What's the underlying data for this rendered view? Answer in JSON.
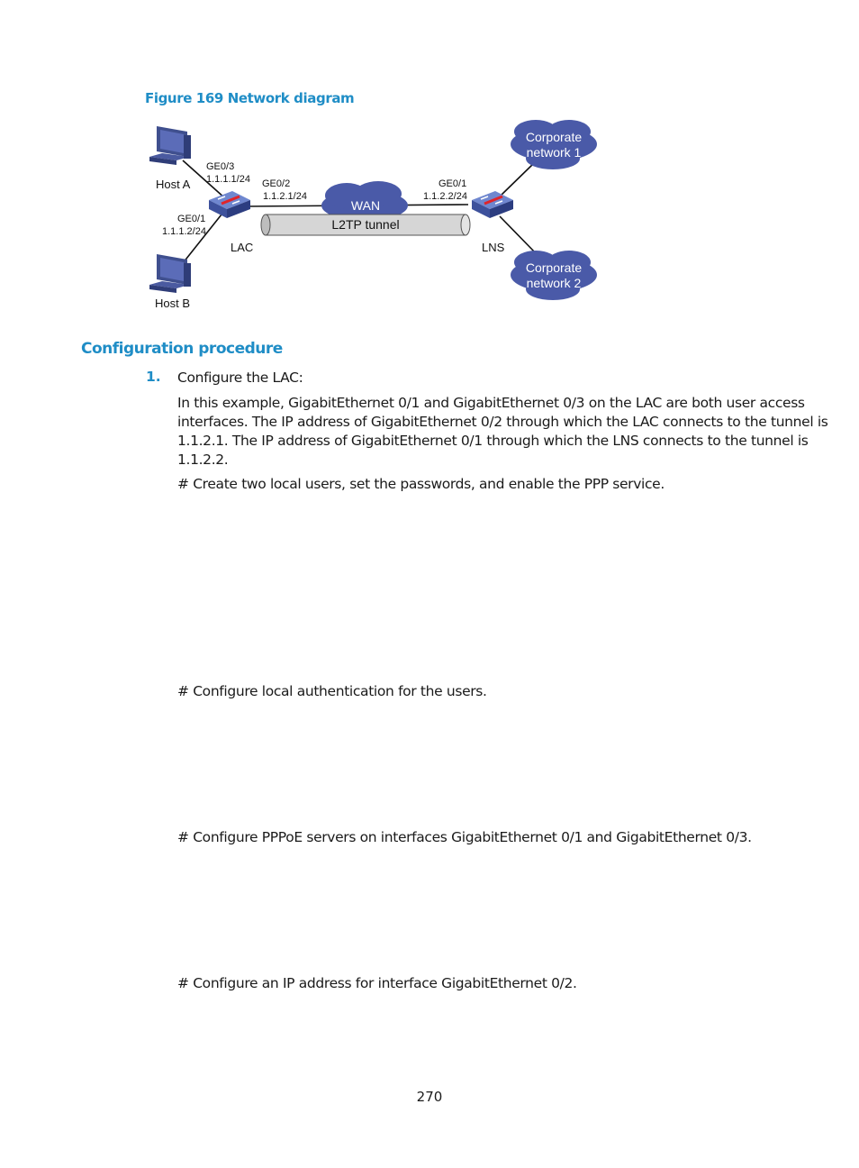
{
  "figure": {
    "caption": "Figure 169 Network diagram",
    "labels": {
      "host_a": "Host A",
      "host_b": "Host B",
      "lac": "LAC",
      "lns": "LNS",
      "wan": "WAN",
      "tunnel": "L2TP tunnel",
      "lac_ge03_name": "GE0/3",
      "lac_ge03_ip": "1.1.1.1/24",
      "lac_ge01_name": "GE0/1",
      "lac_ge01_ip": "1.1.1.2/24",
      "lac_ge02_name": "GE0/2",
      "lac_ge02_ip": "1.1.2.1/24",
      "lns_ge01_name": "GE0/1",
      "lns_ge01_ip": "1.1.2.2/24",
      "corp1_line1": "Corporate",
      "corp1_line2": "network 1",
      "corp2_line1": "Corporate",
      "corp2_line2": "network 2"
    },
    "colors": {
      "cloud": "#4a5aa8",
      "device": "#4a63b0",
      "device_accent": "#e0242a",
      "tunnel": "#d6d6d6"
    }
  },
  "section": {
    "heading": "Configuration procedure",
    "step_number": "1.",
    "step_text": "Configure the LAC:",
    "paragraph_lines": [
      "In this example, GigabitEthernet 0/1 and GigabitEthernet 0/3 on the LAC are both user access",
      "interfaces. The IP address of GigabitEthernet 0/2 through which the LAC connects to the tunnel is",
      "1.1.2.1. The IP address of GigabitEthernet 0/1 through which the LNS connects to the tunnel is",
      "1.1.2.2."
    ],
    "comments": [
      "# Create two local users, set the passwords, and enable the PPP service.",
      "# Configure local authentication for the users.",
      "# Configure PPPoE servers on interfaces GigabitEthernet 0/1 and GigabitEthernet 0/3.",
      "# Configure an IP address for interface GigabitEthernet 0/2."
    ]
  },
  "page_number": "270"
}
